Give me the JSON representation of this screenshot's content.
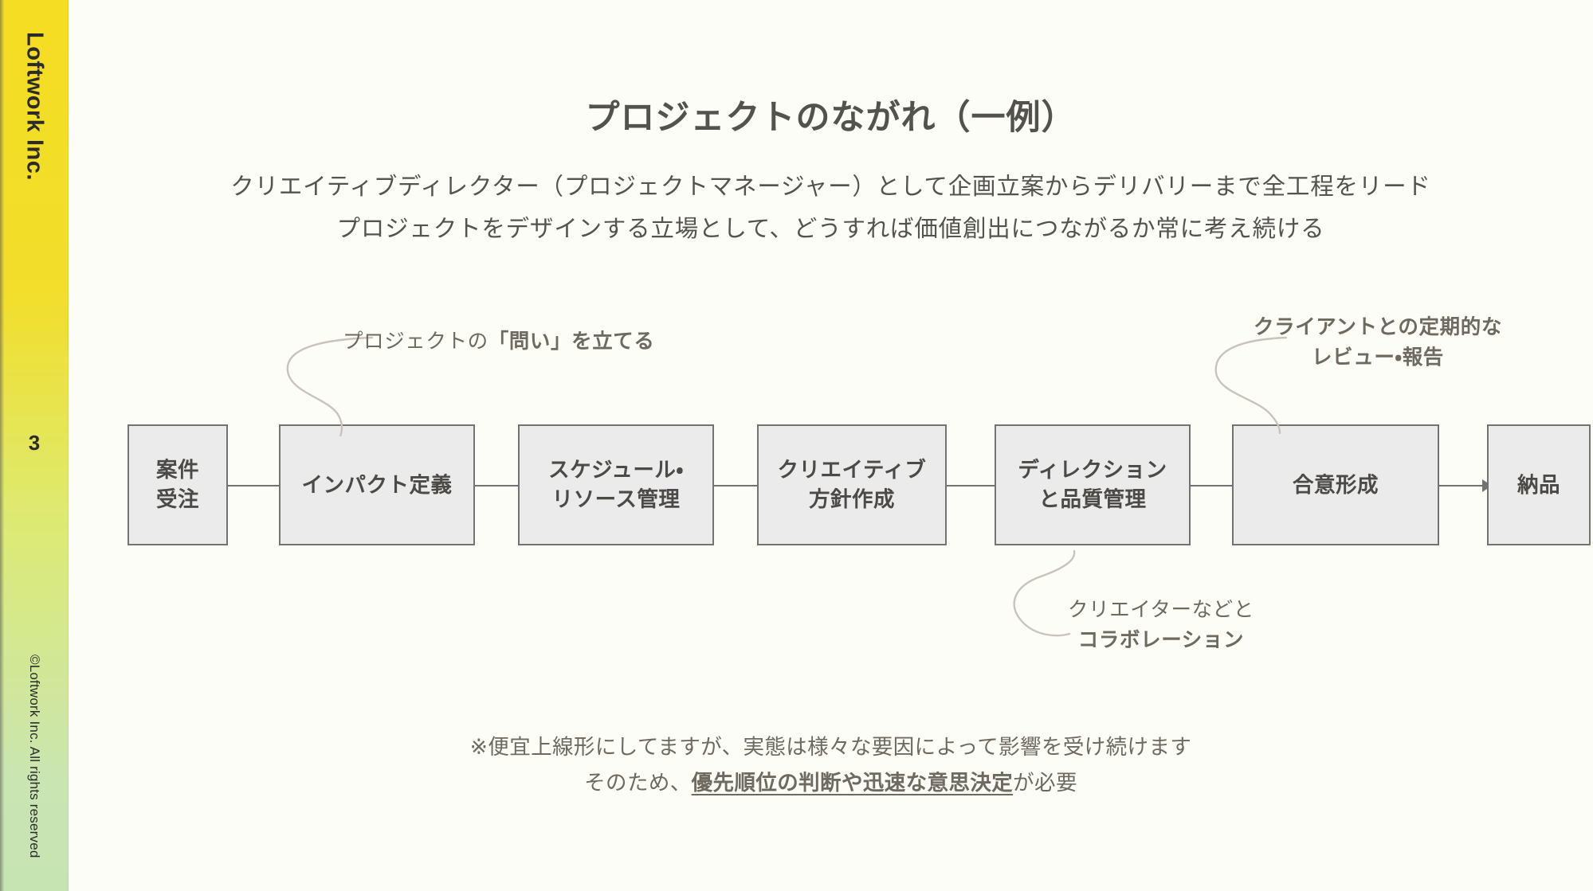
{
  "slide": {
    "background_color": "#fdfdf8",
    "page_number": "3"
  },
  "rail": {
    "brand": "Loftwork Inc.",
    "copyright": "©Loftwork Inc. All rights reserved",
    "gradient_top_color": "#f4dd22",
    "gradient_bottom_color": "#c6e3b2"
  },
  "header": {
    "title": "プロジェクトのながれ（一例）",
    "subtitle_line1": "クリエイティブディレクター（プロジェクトマネージャー）として企画立案からデリバリーまで全工程をリード",
    "subtitle_line2": "プロジェクトをデザインする立場として、どうすれば価値創出につながるか常に考え続ける",
    "title_color": "#54524e",
    "subtitle_color": "#55534f"
  },
  "flow": {
    "node_fill_color": "#ebebeb",
    "node_border_color": "#737373",
    "nodes": [
      {
        "label": "案件\n受注"
      },
      {
        "label": "インパクト定義"
      },
      {
        "label": "スケジュール・\nリソース管理"
      },
      {
        "label": "クリエイティブ\n方針作成"
      },
      {
        "label": "ディレクション\nと品質管理"
      },
      {
        "label": "合意形成"
      },
      {
        "label": "納品"
      }
    ]
  },
  "callouts": [
    {
      "id": "question",
      "plain_prefix": "プロジェクトの",
      "bold_text": "「問い」を立てる",
      "target_node": "インパクト定義"
    },
    {
      "id": "client-review",
      "bold_line1": "クライアントとの定期的な",
      "bold_line2": "レビュー・報告",
      "target_node": "合意形成"
    },
    {
      "id": "collaboration",
      "plain_line1": "クリエイターなどと",
      "bold_line2": "コラボレーション",
      "target_node": "ディレクションと品質管理"
    }
  ],
  "footnote": {
    "line1": "※便宜上線形にしてますが、実態は様々な要因によって影響を受け続けます",
    "line2_prefix": "そのため、",
    "line2_emphasis": "優先順位の判断や迅速な意思決定",
    "line2_suffix": "が必要",
    "color": "#6e6a60"
  }
}
